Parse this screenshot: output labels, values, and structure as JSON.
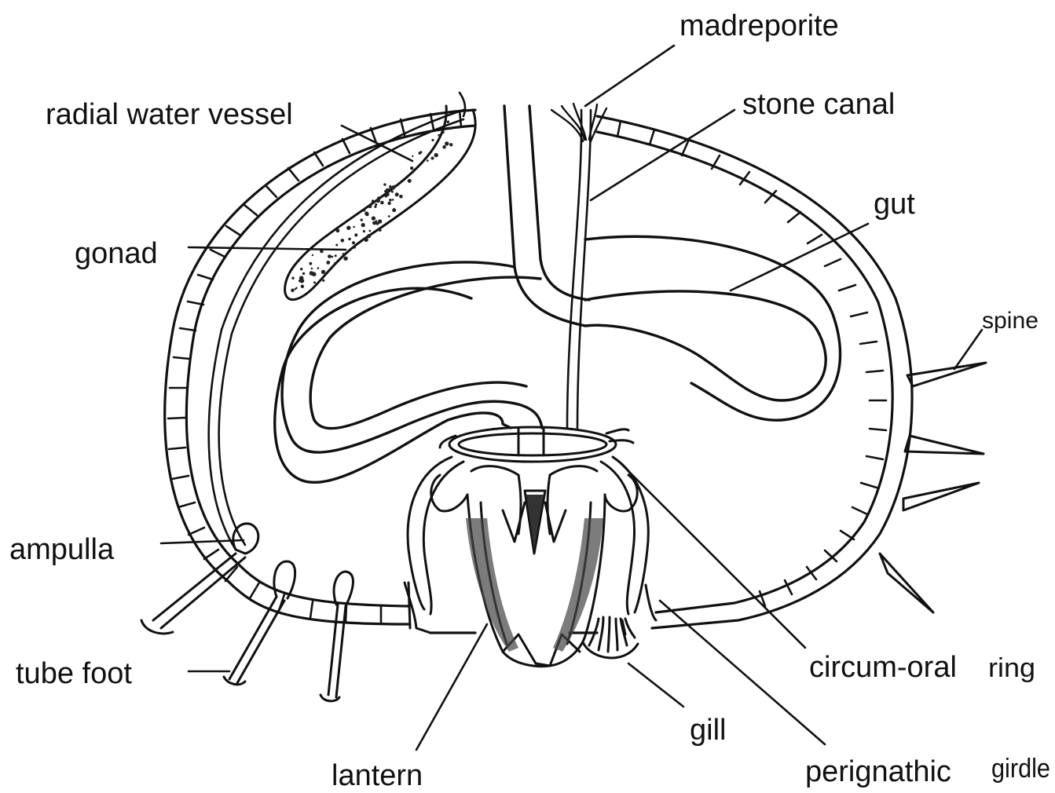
{
  "labels": {
    "madreporite": "madreporite",
    "radial_water_vessel": "radial  water  vessel",
    "stone_canal": "stone canal",
    "gut": "gut",
    "gonad": "gonad",
    "spine": "spine",
    "ampulla": "ampulla",
    "tube_foot": "tube  foot",
    "circum_oral": "circum-oral",
    "ring": "ring",
    "gill": "gill",
    "lantern": "lantern",
    "perignathic": "perignathic",
    "girdle": "girdle"
  }
}
